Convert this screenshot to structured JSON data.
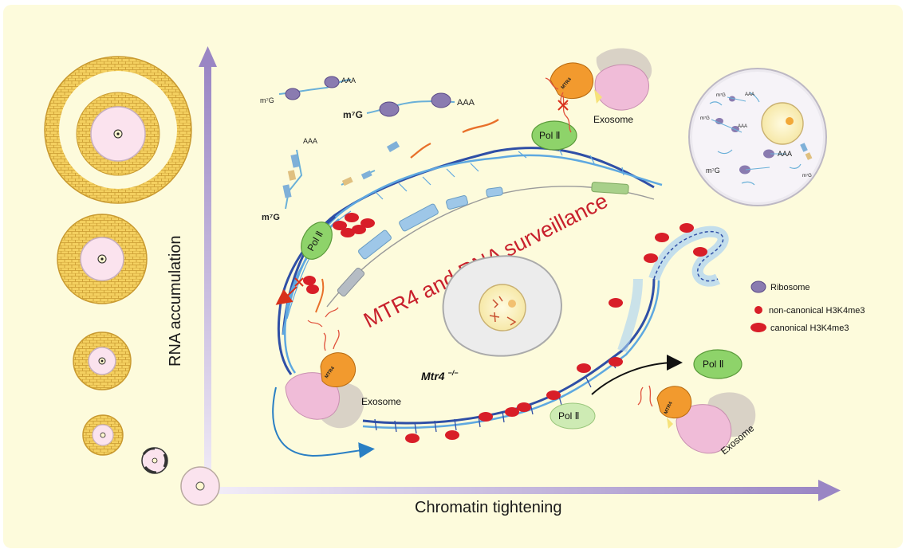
{
  "axes": {
    "x_label": "Chromatin tightening",
    "y_label": "RNA accumulation"
  },
  "title": "MTR4 and RNA surveillance",
  "genotype": "Mtr4",
  "genotype_sup": "−/−",
  "labels": {
    "pol2": "Pol Ⅱ",
    "mtr4": "MTR4",
    "exosome": "Exosome",
    "m7g": "m⁷G",
    "aaa": "AAA"
  },
  "legend": [
    {
      "key": "ribosome",
      "label": "Ribosome",
      "color": "#8a7bb0"
    },
    {
      "key": "noncanonical",
      "label": "non-canonical H3K4me3",
      "color": "#d81e28"
    },
    {
      "key": "canonical",
      "label": "canonical H3K4me3",
      "color": "#d81e28"
    }
  ],
  "colors": {
    "background": "#fdfbdc",
    "axis": "#9a86c4",
    "title": "#c8202c",
    "pol2": "#8ed36a",
    "mtr4": "#f29a2e",
    "exosome_pink": "#f0bcd8",
    "exosome_grey": "#d9d2c6",
    "dna_blue": "#2f4fa6",
    "dna_light": "#5ea8e0",
    "histone_red": "#d81e28",
    "follicle_yellow": "#f4d060"
  },
  "icons": [
    "ribosome-icon",
    "histone-icon",
    "exosome-icon",
    "mtr4-icon",
    "pol2-icon",
    "oocyte-icon",
    "nucleus-icon"
  ]
}
